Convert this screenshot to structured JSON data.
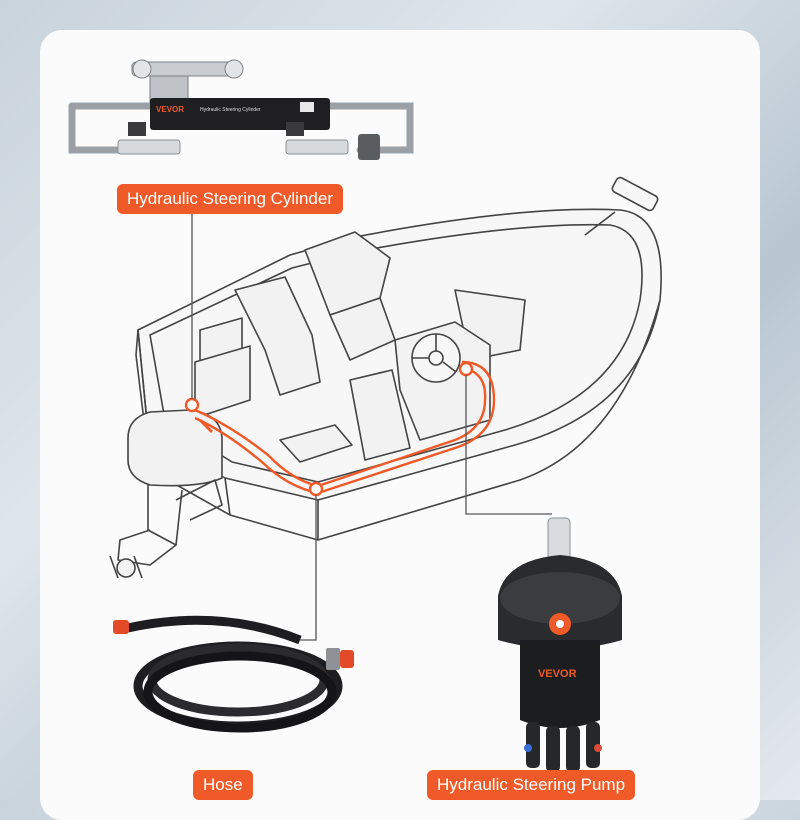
{
  "labels": {
    "cylinder": "Hydraulic Steering Cylinder",
    "hose": "Hose",
    "pump": "Hydraulic Steering Pump"
  },
  "product_text": {
    "brand": "VEVOR",
    "cylinder_plate": "Hydraulic Steering Cylinder"
  },
  "colors": {
    "accent": "#f05a28",
    "line": "#555555",
    "card": "#fbfbfb"
  },
  "icons": [
    "steering-cylinder-image",
    "boat-illustration",
    "hose-coil-image",
    "steering-pump-image"
  ]
}
